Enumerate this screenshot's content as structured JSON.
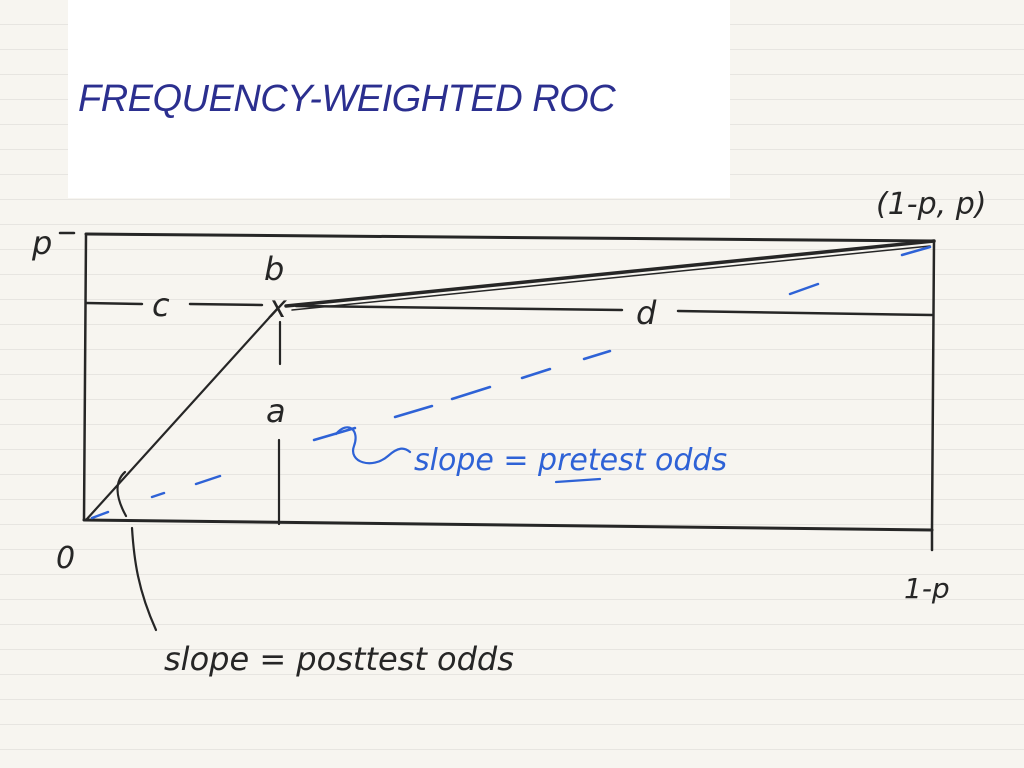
{
  "title": "FREQUENCY-WEIGHTED ROC",
  "colors": {
    "title": "#2b2f8f",
    "ink": "#262626",
    "blue_ink": "#2e62d6",
    "paper": "#f7f5f0"
  },
  "labels": {
    "corner": "(1-p, p)",
    "y_axis": "p",
    "origin": "0",
    "x_axis": "1-p",
    "point": "x",
    "segment_a": "a",
    "segment_b": "b",
    "segment_c": "c",
    "segment_d": "d"
  },
  "annotations": {
    "pretest": {
      "prefix": "slope = ",
      "emphasis": "pre",
      "suffix": "test odds"
    },
    "posttest": "slope = posttest odds"
  }
}
